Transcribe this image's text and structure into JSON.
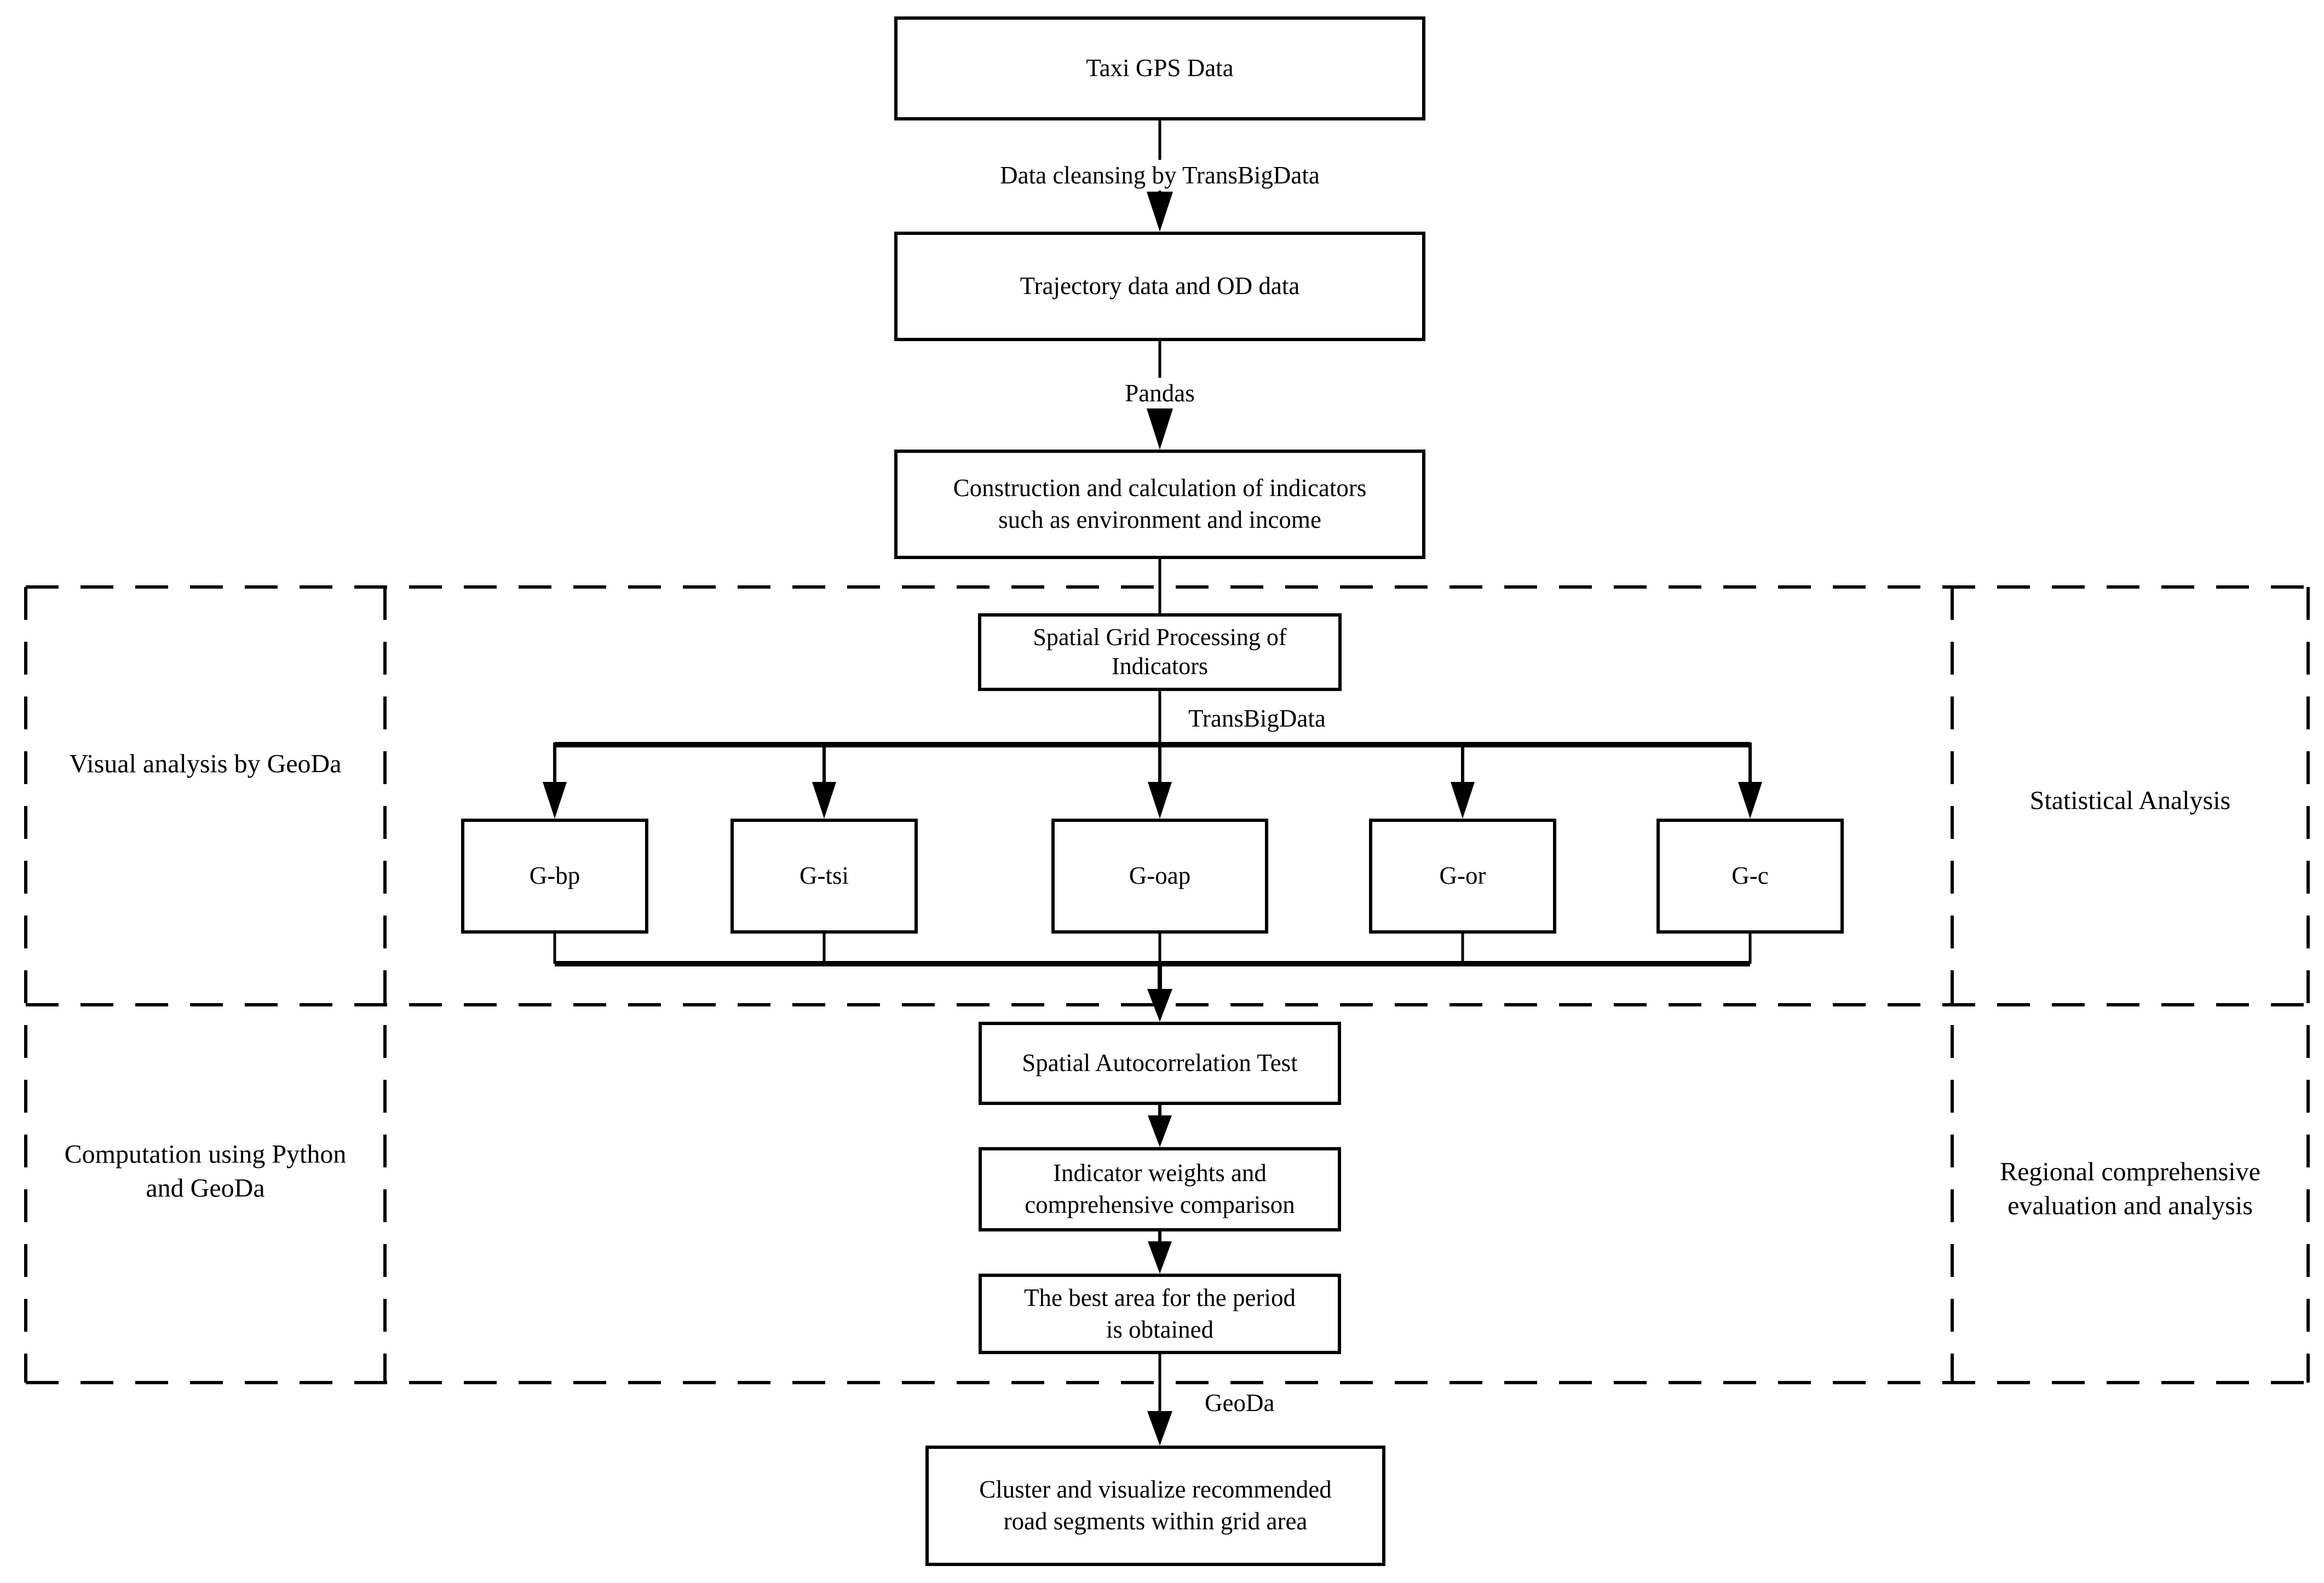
{
  "figure": {
    "colors": {
      "line": "#000000",
      "background": "#ffffff"
    },
    "nodes": {
      "taxi": {
        "label": "Taxi GPS Data"
      },
      "trajectory": {
        "label": "Trajectory data and OD data"
      },
      "construction": {
        "lines": [
          "Construction and calculation of indicators",
          "such as environment and income"
        ]
      },
      "spatial_grid": {
        "lines": [
          "Spatial Grid Processing of",
          "Indicators"
        ]
      },
      "g_bp": {
        "label": "G-bp"
      },
      "g_tsi": {
        "label": "G-tsi"
      },
      "g_oap": {
        "label": "G-oap"
      },
      "g_or": {
        "label": "G-or"
      },
      "g_c": {
        "label": "G-c"
      },
      "autocorrelation": {
        "label": "Spatial Autocorrelation Test"
      },
      "weights": {
        "lines": [
          "Indicator weights and",
          "comprehensive comparison"
        ]
      },
      "best_area": {
        "lines": [
          "The best area for the period",
          "is obtained"
        ]
      },
      "cluster": {
        "lines": [
          "Cluster and visualize recommended",
          "road segments within grid area"
        ]
      }
    },
    "edge_labels": {
      "data_cleansing": "Data cleansing by TransBigData",
      "pandas": "Pandas",
      "transbigdata": "TransBigData",
      "geoda": "GeoDa"
    },
    "regions": {
      "visual_analysis": {
        "label": "Visual analysis by GeoDa"
      },
      "statistical_analysis": {
        "label": "Statistical Analysis"
      },
      "computation": {
        "lines": [
          "Computation using Python",
          "and GeoDa"
        ]
      },
      "regional_evaluation": {
        "lines": [
          "Regional comprehensive",
          "evaluation and analysis"
        ]
      }
    }
  }
}
